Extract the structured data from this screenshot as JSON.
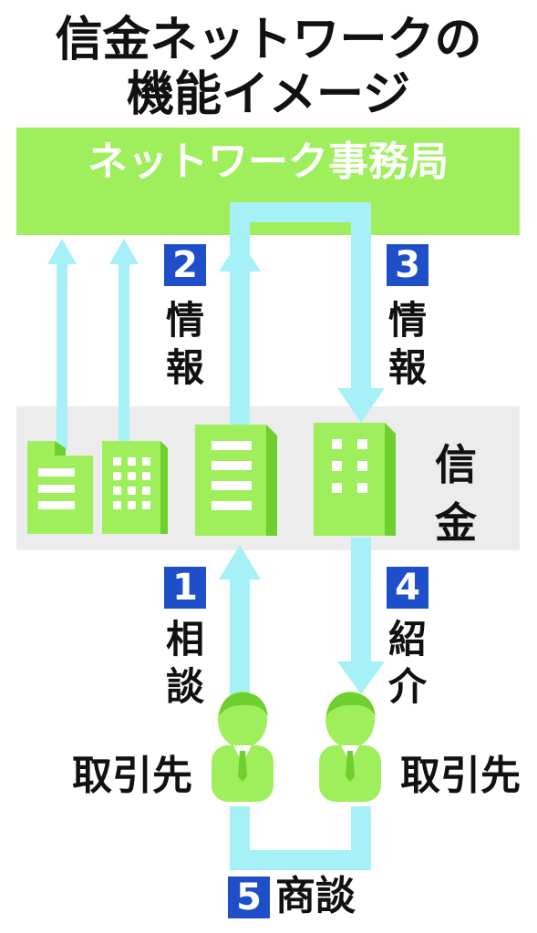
{
  "title": {
    "line1": "信金ネットワークの",
    "line2": "機能イメージ"
  },
  "hq": {
    "label": "ネットワーク事務局"
  },
  "shinkin": {
    "label_line1": "信",
    "label_line2": "金"
  },
  "steps": [
    {
      "number": "1",
      "line1": "相",
      "line2": "談"
    },
    {
      "number": "2",
      "line1": "情",
      "line2": "報"
    },
    {
      "number": "3",
      "line1": "情",
      "line2": "報"
    },
    {
      "number": "4",
      "line1": "紹",
      "line2": "介"
    },
    {
      "number": "5",
      "text": "商談"
    }
  ],
  "clients": [
    {
      "label": "取引先"
    },
    {
      "label": "取引先"
    }
  ],
  "colors": {
    "green": "#9fef5c",
    "green_dark": "#6fcf2e",
    "cyan": "#a6f0f7",
    "gray_band": "#ececec",
    "badge_blue": "#1e4fc9"
  }
}
